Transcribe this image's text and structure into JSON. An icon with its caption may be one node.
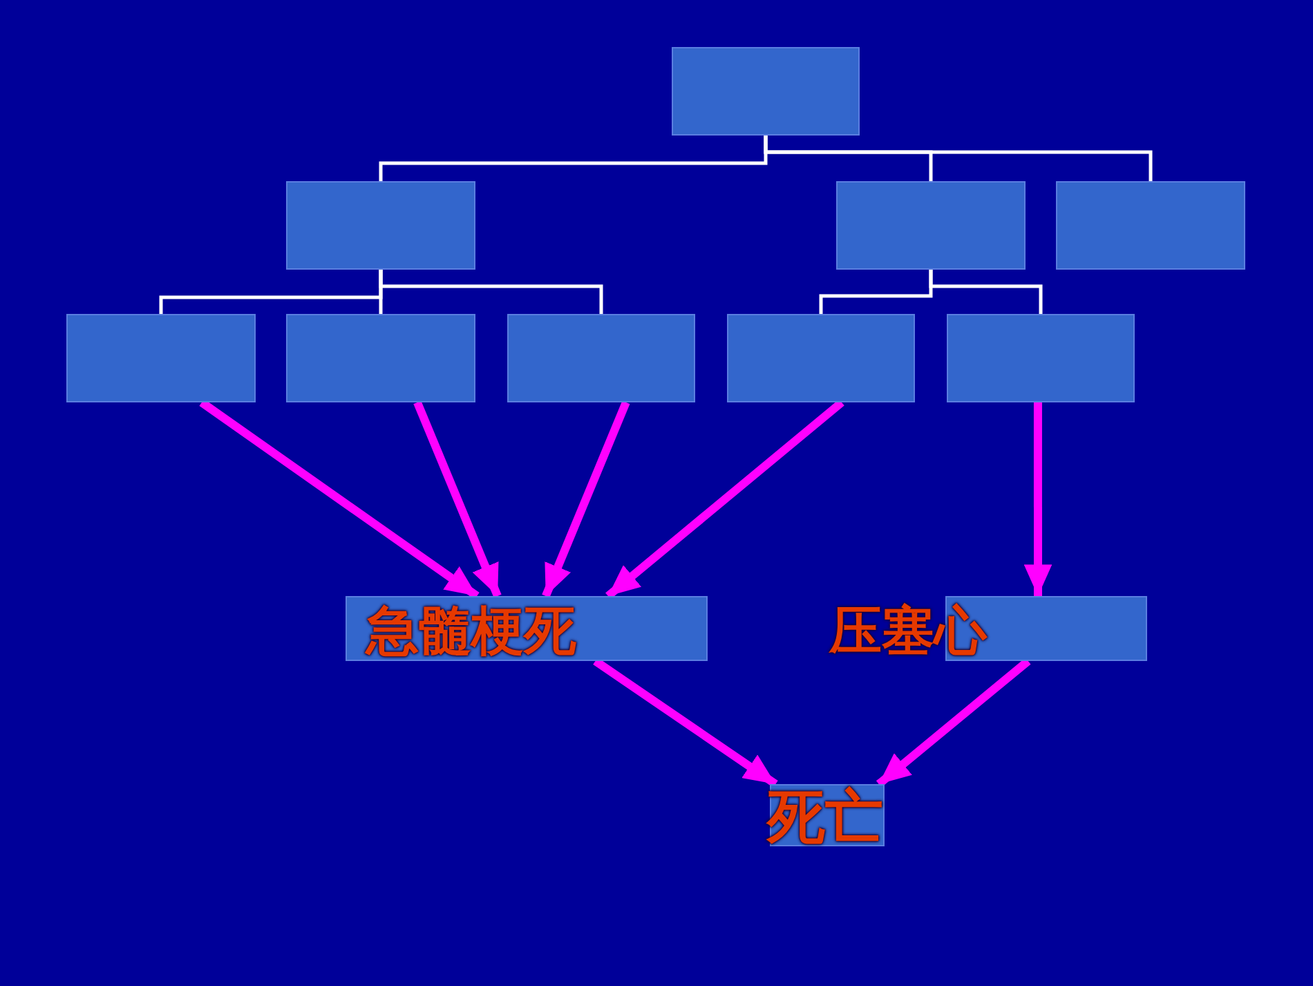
{
  "diagram": {
    "nodes": [
      {
        "text": [],
        "shape": "box"
      },
      {
        "text": [],
        "shape": "box"
      },
      {
        "text": [],
        "shape": "box"
      },
      {
        "text": [],
        "shape": "box"
      },
      {
        "text": [],
        "shape": "box"
      },
      {
        "text": [],
        "shape": "box"
      },
      {
        "text": [],
        "shape": "box"
      },
      {
        "text": [],
        "shape": "box"
      },
      {
        "text": [],
        "shape": "box"
      },
      {
        "text": [
          "急髓梗死"
        ]
      },
      {
        "text": [
          "压塞心"
        ]
      },
      {
        "text": [
          "死亡"
        ]
      }
    ],
    "edges": [
      {
        "from": 0,
        "to": 1,
        "arrow": "none"
      },
      {
        "from": 0,
        "to": 2,
        "arrow": "none"
      },
      {
        "from": 0,
        "to": 3,
        "arrow": "none"
      },
      {
        "from": 1,
        "to": 4,
        "arrow": "none"
      },
      {
        "from": 1,
        "to": 5,
        "arrow": "none"
      },
      {
        "from": 1,
        "to": 6,
        "arrow": "none"
      },
      {
        "from": 2,
        "to": 7,
        "arrow": "none"
      },
      {
        "from": 2,
        "to": 8,
        "arrow": "none"
      },
      {
        "from": 4,
        "to": 9,
        "arrow": "to",
        "style": "thick",
        "color": "#ff00ff"
      },
      {
        "from": 5,
        "to": 9,
        "arrow": "to",
        "style": "thick",
        "color": "#ff00ff"
      },
      {
        "from": 6,
        "to": 9,
        "arrow": "to",
        "style": "thick",
        "color": "#ff00ff"
      },
      {
        "from": 7,
        "to": 9,
        "arrow": "to",
        "style": "thick",
        "color": "#ff00ff"
      },
      {
        "from": 8,
        "to": 10,
        "arrow": "to",
        "style": "thick",
        "color": "#ff00ff"
      },
      {
        "from": 9,
        "to": 11,
        "arrow": "to",
        "style": "thick",
        "color": "#ff00ff"
      },
      {
        "from": 10,
        "to": 11,
        "arrow": "to",
        "style": "thick",
        "color": "#ff00ff"
      }
    ]
  }
}
